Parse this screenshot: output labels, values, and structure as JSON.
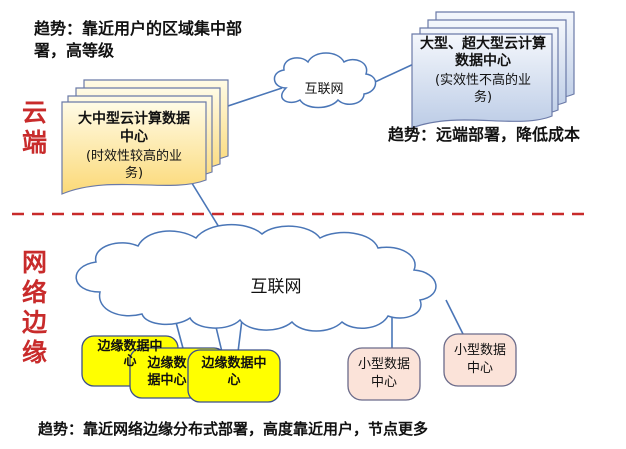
{
  "sections": {
    "cloud_label": "云端",
    "edge_label": "网络边缘"
  },
  "cloud": {
    "trend_top_left": "趋势：靠近用户的区域集中部署，高等级",
    "mid_dc": {
      "title": "大中型云计算数据中心",
      "desc": "(时效性较高的业务)"
    },
    "large_dc": {
      "title": "大型、超大型云计算数据中心",
      "desc": "(实效性不高的业务)"
    },
    "trend_right": "趋势：远端部署，降低成本",
    "internet_small": "互联网"
  },
  "edge": {
    "internet_big": "互联网",
    "edge_dc_label": "边缘数据中心",
    "edge_dc_1": "边缘数据中心",
    "edge_dc_2": "边缘数据中心",
    "edge_dc_3": "边缘数据中心",
    "small_dc_1": "小型数据中心",
    "small_dc_2": "小型数据中心",
    "trend_bottom": "趋势：靠近网络边缘分布式部署，高度靠近用户，节点更多"
  },
  "colors": {
    "accent_red": "#c82b2b",
    "edge_dc_fill": "#ffff00",
    "small_dc_fill": "#fbe3d9",
    "mid_dc_fill": "#fde9a6",
    "large_dc_fill": "#d6e2f3",
    "line_blue": "#4a76b7"
  }
}
